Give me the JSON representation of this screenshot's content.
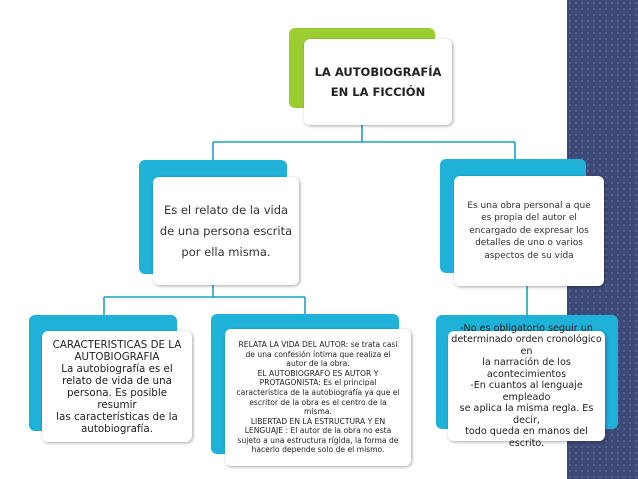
{
  "root": {
    "text": "LA AUTOBIOGRAFÍA\nEN LA FICCIÓN"
  },
  "left_branch": {
    "text": "Es el relato de la vida\nde una persona escrita\npor ella misma."
  },
  "right_branch": {
    "text": "Es una obra personal a que\nes propia del autor el\nencargado de expresar los\ndetalles de uno o varios\naspectos de su vida"
  },
  "left_leaf": {
    "text": "CARACTERISTICAS DE LA\nAUTOBIOGRAFIA\nLa autobiografía es el\nrelato de vida de una\npersona. Es posible resumir\nlas características de la\nautobiografía."
  },
  "middle_leaf": {
    "text": "RELATA LA VIDA DEL AUTOR: se trata casi\nde una confesión íntima que realiza el\nautor de la obra.\nEL AUTOBIOGRAFO ES AUTOR Y\nPROTAGONISTA:  Es el principal\ncaracterística de la autobiografía ya que el\nescritor de la obra es el centro de la\nmisma.\nLIBERTAD EN LA ESTRUCTURA Y EN\nLENGUAJE : El autor de la obra no esta\nsujeto a una estructura rígida, la forma de\nhacerlo depende solo de el mismo."
  },
  "right_leaf": {
    "text": "-No es obligatorio seguir un\ndeterminado orden cronológico en\nla narración de los\nacontecimientos\n-En cuantos al lenguaje empleado\nse aplica la misma regla. Es decir,\ntodo queda en manos del escrito."
  },
  "colors": {
    "green_tab": "#9acd32",
    "blue_tab": "#1fb2d8",
    "connector": "#1f9fc4",
    "side_stripe": "#3d4a78"
  }
}
